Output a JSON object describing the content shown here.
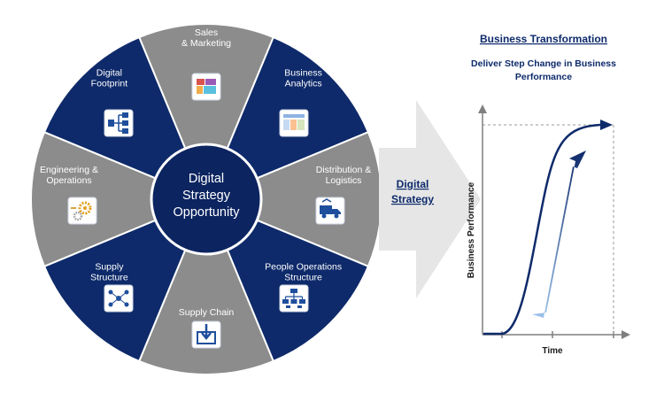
{
  "wheel": {
    "hub_lines": [
      "Digital",
      "Strategy",
      "Opportunity"
    ],
    "segments": [
      {
        "id": "sales-marketing",
        "lines": [
          "Sales",
          "& Marketing"
        ],
        "tone": "gray",
        "icon": "sales-marketing-icon"
      },
      {
        "id": "business-analytics",
        "lines": [
          "Business",
          "Analytics"
        ],
        "tone": "navy",
        "icon": "analytics-dashboard-icon"
      },
      {
        "id": "distribution-logistics",
        "lines": [
          "Distribution &",
          "Logistics"
        ],
        "tone": "gray",
        "icon": "delivery-truck-icon"
      },
      {
        "id": "people-operations",
        "lines": [
          "People Operations",
          "Structure"
        ],
        "tone": "navy",
        "icon": "org-chart-icon"
      },
      {
        "id": "supply-chain",
        "lines": [
          "Supply Chain"
        ],
        "tone": "gray",
        "icon": "supply-box-icon"
      },
      {
        "id": "supply-structure",
        "lines": [
          "Supply",
          "Structure"
        ],
        "tone": "navy",
        "icon": "network-people-icon"
      },
      {
        "id": "engineering-operations",
        "lines": [
          "Engineering &",
          "Operations"
        ],
        "tone": "gray",
        "icon": "gears-icon"
      },
      {
        "id": "digital-footprint",
        "lines": [
          "Digital",
          "Footprint"
        ],
        "tone": "navy",
        "icon": "hierarchy-icon"
      }
    ]
  },
  "arrow": {
    "lines": [
      "Digital",
      "Strategy"
    ]
  },
  "transformation": {
    "title": "Business Transformation",
    "subtitle_lines": [
      "Deliver Step Change in Business",
      "Performance"
    ],
    "y_axis_label": "Business Performance",
    "x_axis_label": "Time"
  },
  "colors": {
    "navy": "#0e2a6a",
    "gray": "#8c8c8c",
    "hub": "#0c2460",
    "arrow_fill": "#e6e6e6",
    "accent_text": "#0d2a6b"
  }
}
